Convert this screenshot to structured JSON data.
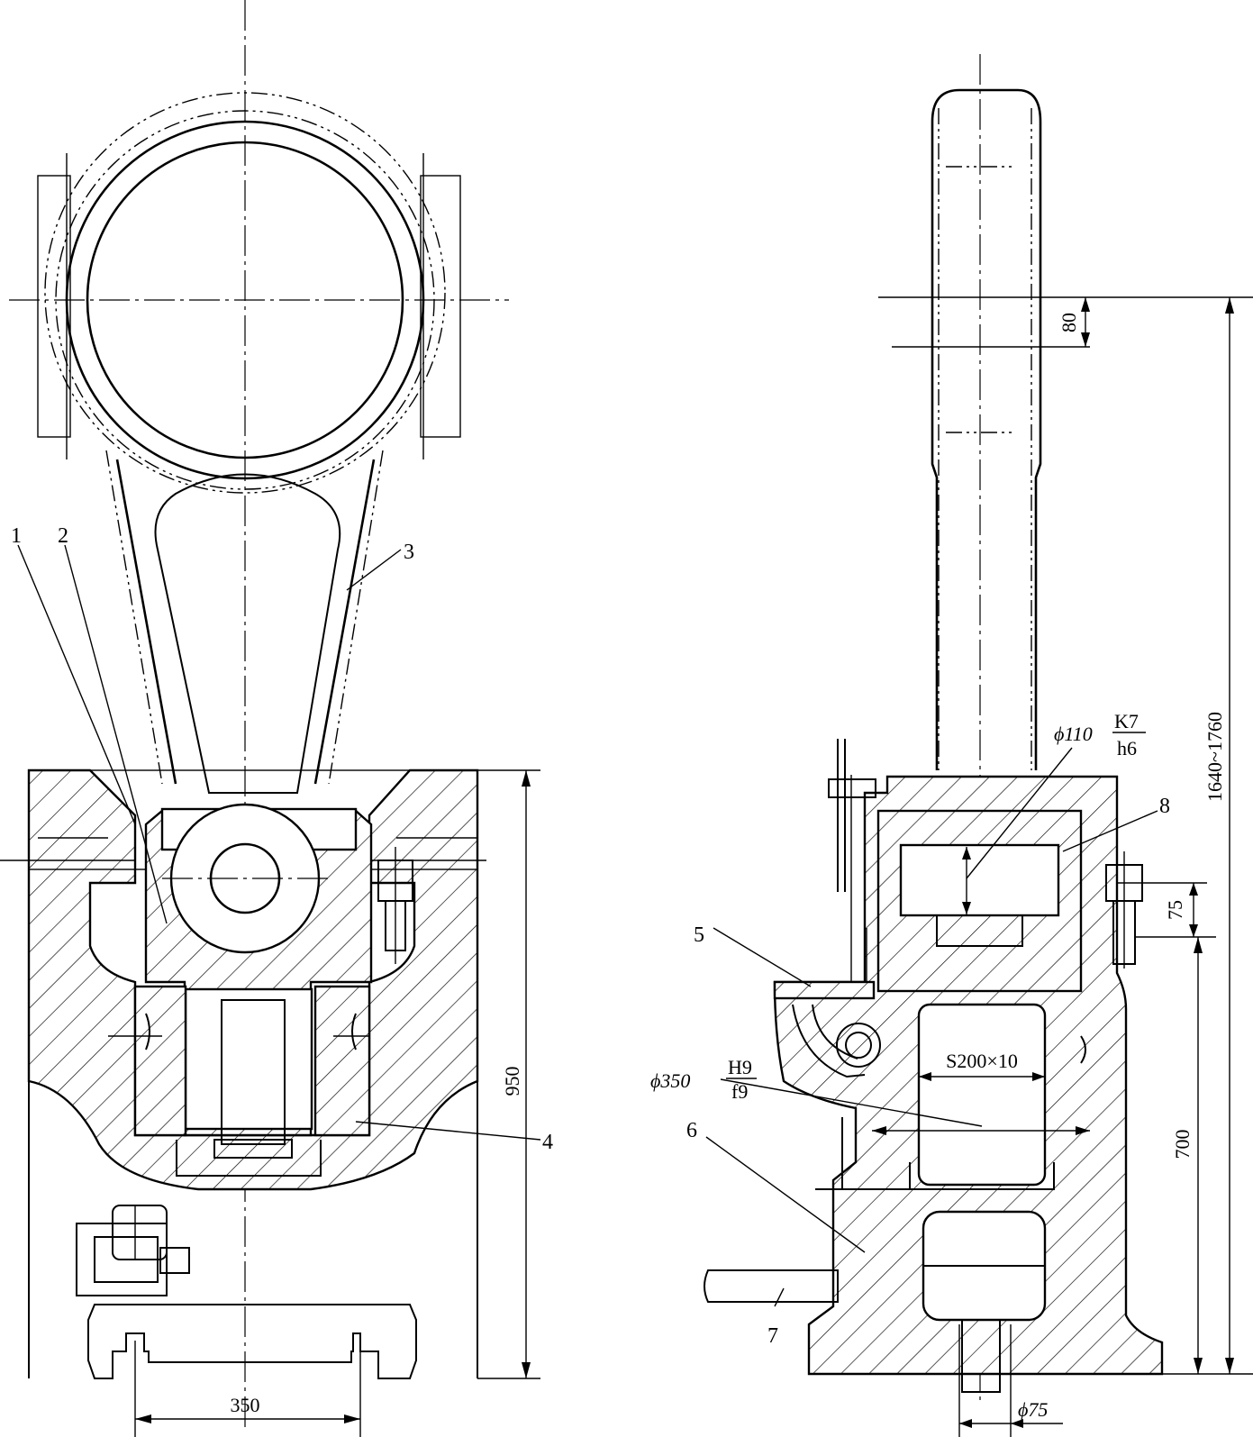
{
  "parts": [
    "1",
    "2",
    "3",
    "4",
    "5",
    "6",
    "7",
    "8"
  ],
  "dimensions": {
    "height_950": "950",
    "span_350": "350",
    "height_700": "700",
    "stroke_80": "80",
    "gap_75": "75",
    "range_1640_1760": "1640~1760",
    "thread": "S200×10",
    "shaft_d75": "ϕ75"
  },
  "fits": {
    "pin": {
      "diameter": "ϕ110",
      "hole": "K7",
      "shaft": "h6"
    },
    "bore": {
      "diameter": "ϕ350",
      "hole": "H9",
      "shaft": "f9"
    }
  }
}
